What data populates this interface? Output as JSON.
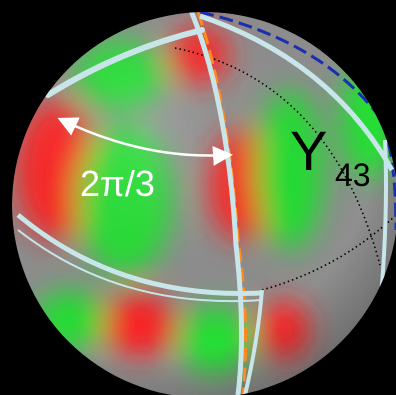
{
  "labels": {
    "angle": "2π/3",
    "function_main": "Y",
    "function_sub": "43"
  },
  "colors": {
    "frame": "#000000",
    "positive_lobe": "#ff2020",
    "negative_lobe": "#20e030",
    "node_line": "#c8e6ea",
    "orange_dash": "#ff8a1e",
    "blue_dash": "#1a2fb0",
    "label_text": "#ffffff",
    "title_text": "#000000"
  }
}
